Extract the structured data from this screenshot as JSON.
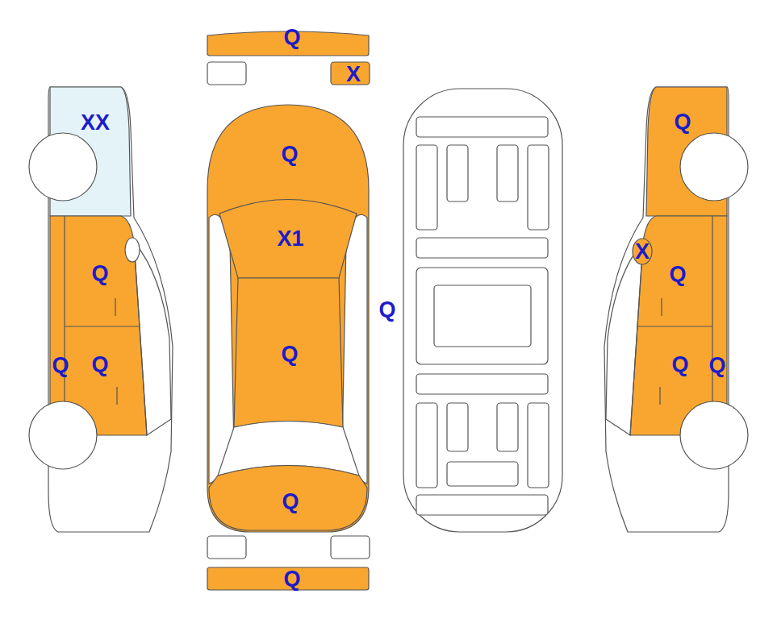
{
  "diagram": {
    "labels": [
      "Q",
      "X",
      "XX",
      "Q",
      "Q",
      "X1",
      "X",
      "Q",
      "Q",
      "Q",
      "Q",
      "Q",
      "Q",
      "Q",
      "Q",
      "Q",
      "Q"
    ]
  }
}
